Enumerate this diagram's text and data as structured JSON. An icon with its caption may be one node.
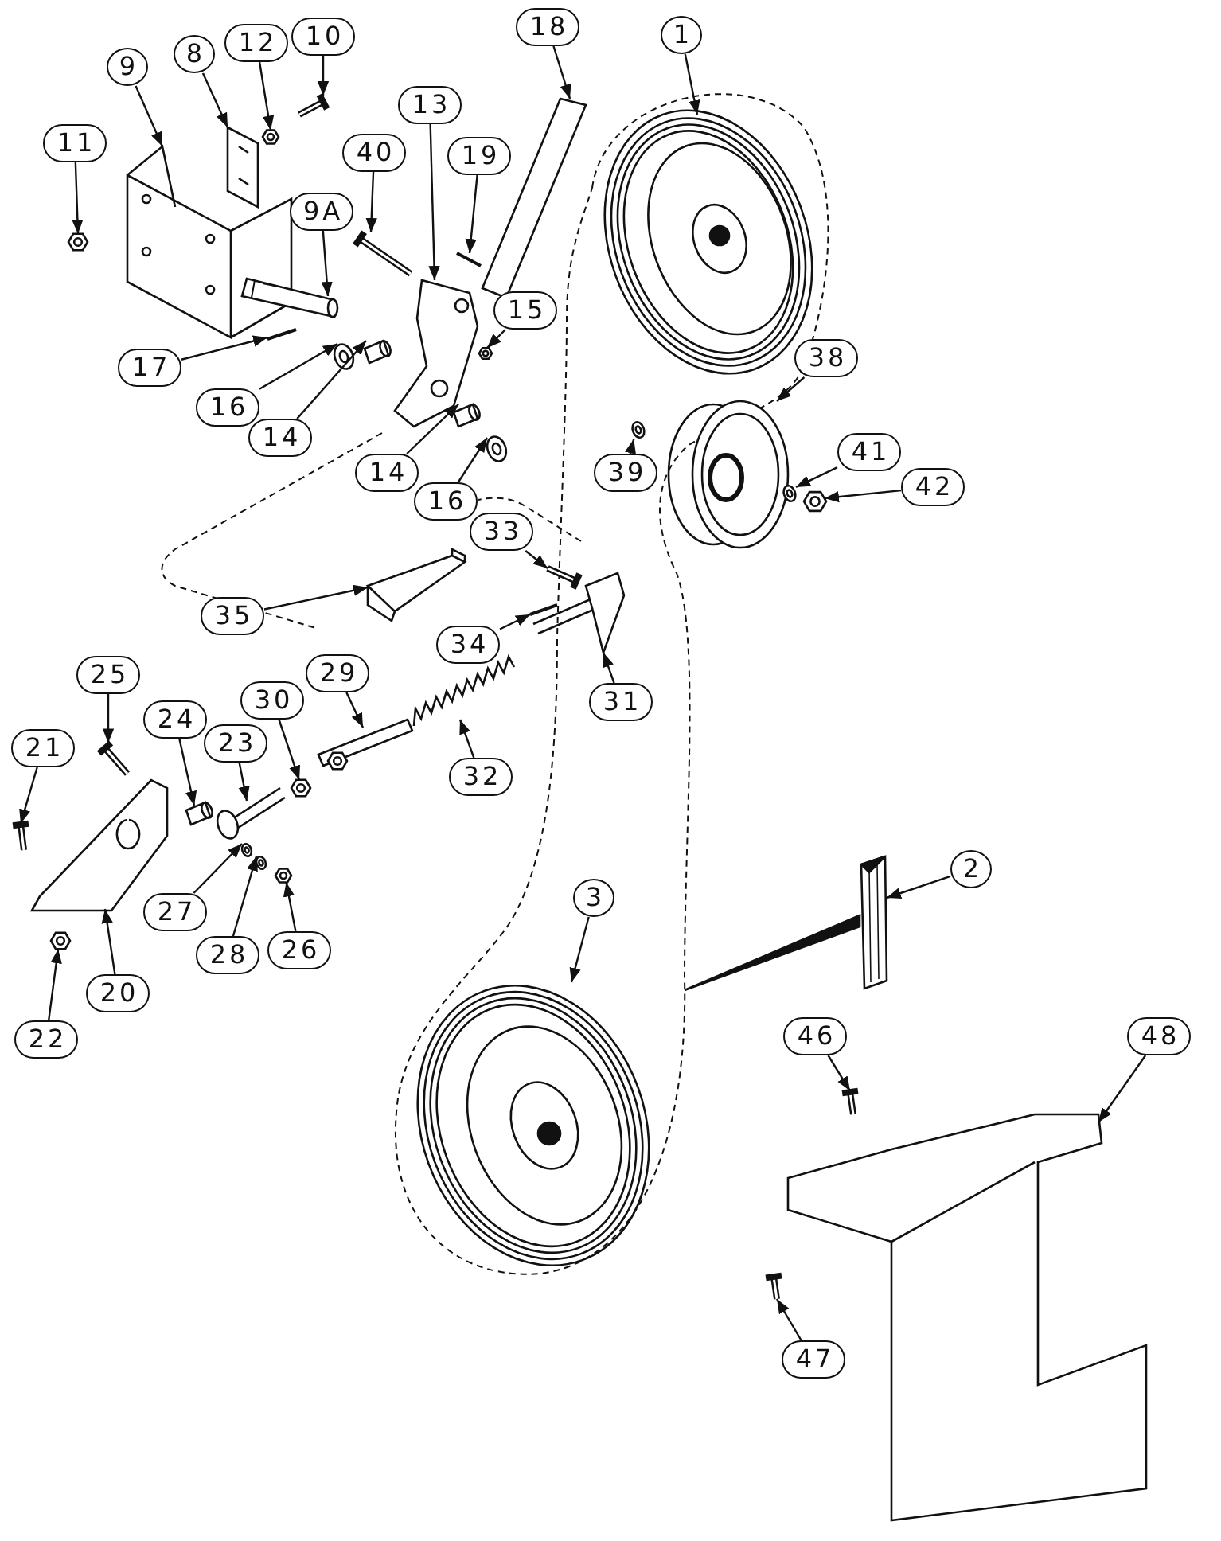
{
  "diagram": {
    "nodes": [
      {
        "text": [
          "1"
        ]
      },
      {
        "text": [
          "18"
        ]
      },
      {
        "text": [
          "9"
        ]
      },
      {
        "text": [
          "8"
        ]
      },
      {
        "text": [
          "12"
        ]
      },
      {
        "text": [
          "10"
        ]
      },
      {
        "text": [
          "13"
        ]
      },
      {
        "text": [
          "11"
        ]
      },
      {
        "text": [
          "40"
        ]
      },
      {
        "text": [
          "19"
        ]
      },
      {
        "text": [
          "9A"
        ]
      },
      {
        "text": [
          "15"
        ]
      },
      {
        "text": [
          "17"
        ]
      },
      {
        "text": [
          "16"
        ]
      },
      {
        "text": [
          "14"
        ]
      },
      {
        "text": [
          "14"
        ]
      },
      {
        "text": [
          "16"
        ]
      },
      {
        "text": [
          "38"
        ]
      },
      {
        "text": [
          "39"
        ]
      },
      {
        "text": [
          "41"
        ]
      },
      {
        "text": [
          "42"
        ]
      },
      {
        "text": [
          "33"
        ]
      },
      {
        "text": [
          "35"
        ]
      },
      {
        "text": [
          "34"
        ]
      },
      {
        "text": [
          "31"
        ]
      },
      {
        "text": [
          "25"
        ]
      },
      {
        "text": [
          "29"
        ]
      },
      {
        "text": [
          "30"
        ]
      },
      {
        "text": [
          "24"
        ]
      },
      {
        "text": [
          "23"
        ]
      },
      {
        "text": [
          "32"
        ]
      },
      {
        "text": [
          "21"
        ]
      },
      {
        "text": [
          "20"
        ]
      },
      {
        "text": [
          "27"
        ]
      },
      {
        "text": [
          "28"
        ]
      },
      {
        "text": [
          "26"
        ]
      },
      {
        "text": [
          "22"
        ]
      },
      {
        "text": [
          "3"
        ]
      },
      {
        "text": [
          "2"
        ]
      },
      {
        "text": [
          "46"
        ]
      },
      {
        "text": [
          "48"
        ]
      },
      {
        "text": [
          "47"
        ]
      },
      {
        "text": [],
        "shape": "picture"
      },
      {
        "text": [],
        "shape": "picture"
      },
      {
        "text": [],
        "shape": "picture"
      },
      {
        "text": [],
        "shape": "picture"
      },
      {
        "text": [],
        "shape": "picture"
      },
      {
        "text": [],
        "shape": "picture"
      },
      {
        "text": [],
        "shape": "picture"
      },
      {
        "text": [],
        "shape": "picture"
      },
      {
        "text": [],
        "shape": "picture"
      },
      {
        "text": [],
        "shape": "picture"
      },
      {
        "text": [],
        "shape": "picture"
      },
      {
        "text": [],
        "shape": "picture"
      },
      {
        "text": [],
        "shape": "picture"
      },
      {
        "text": [],
        "shape": "picture"
      },
      {
        "text": [],
        "shape": "picture"
      },
      {
        "text": [],
        "shape": "picture"
      },
      {
        "text": [],
        "shape": "picture"
      },
      {
        "text": [],
        "shape": "picture"
      },
      {
        "text": [],
        "shape": "picture"
      },
      {
        "text": [],
        "shape": "picture"
      },
      {
        "text": [],
        "shape": "picture"
      },
      {
        "text": [],
        "shape": "picture"
      },
      {
        "text": [],
        "shape": "picture"
      },
      {
        "text": [],
        "shape": "picture"
      },
      {
        "text": [],
        "shape": "picture"
      },
      {
        "text": [],
        "shape": "picture"
      },
      {
        "text": [],
        "shape": "picture"
      },
      {
        "text": [],
        "shape": "picture"
      },
      {
        "text": [],
        "shape": "picture"
      },
      {
        "text": [],
        "shape": "picture"
      },
      {
        "text": [],
        "shape": "picture"
      },
      {
        "text": [],
        "shape": "picture"
      },
      {
        "text": [],
        "shape": "picture"
      },
      {
        "text": [],
        "shape": "picture"
      },
      {
        "text": [],
        "shape": "picture"
      },
      {
        "text": [],
        "shape": "picture"
      },
      {
        "text": [],
        "shape": "picture"
      },
      {
        "text": [],
        "shape": "picture"
      },
      {
        "text": [],
        "shape": "picture"
      },
      {
        "text": [],
        "shape": "picture"
      },
      {
        "text": [],
        "shape": "picture"
      },
      {
        "text": [],
        "shape": "picture"
      }
    ],
    "edges": [
      {
        "from": 0,
        "to": 42,
        "arrow": "to"
      },
      {
        "from": 1,
        "to": 43,
        "arrow": "to"
      },
      {
        "from": 2,
        "to": 44,
        "arrow": "to"
      },
      {
        "from": 3,
        "to": 45,
        "arrow": "to"
      },
      {
        "from": 4,
        "to": 46,
        "arrow": "to"
      },
      {
        "from": 5,
        "to": 47,
        "arrow": "to"
      },
      {
        "from": 6,
        "to": 48,
        "arrow": "to"
      },
      {
        "from": 7,
        "to": 49,
        "arrow": "to"
      },
      {
        "from": 8,
        "to": 50,
        "arrow": "to"
      },
      {
        "from": 9,
        "to": 51,
        "arrow": "to"
      },
      {
        "from": 10,
        "to": 52,
        "arrow": "to"
      },
      {
        "from": 11,
        "to": 53,
        "arrow": "to"
      },
      {
        "from": 12,
        "to": 54,
        "arrow": "to"
      },
      {
        "from": 13,
        "to": 55,
        "arrow": "to"
      },
      {
        "from": 14,
        "to": 56,
        "arrow": "to"
      },
      {
        "from": 15,
        "to": 57,
        "arrow": "to"
      },
      {
        "from": 16,
        "to": 58,
        "arrow": "to"
      },
      {
        "from": 17,
        "to": 59,
        "arrow": "to"
      },
      {
        "from": 18,
        "to": 60,
        "arrow": "to"
      },
      {
        "from": 19,
        "to": 61,
        "arrow": "to"
      },
      {
        "from": 20,
        "to": 62,
        "arrow": "to"
      },
      {
        "from": 21,
        "to": 63,
        "arrow": "to"
      },
      {
        "from": 22,
        "to": 64,
        "arrow": "to"
      },
      {
        "from": 23,
        "to": 65,
        "arrow": "to"
      },
      {
        "from": 24,
        "to": 66,
        "arrow": "to"
      },
      {
        "from": 25,
        "to": 67,
        "arrow": "to"
      },
      {
        "from": 26,
        "to": 68,
        "arrow": "to"
      },
      {
        "from": 27,
        "to": 69,
        "arrow": "to"
      },
      {
        "from": 28,
        "to": 70,
        "arrow": "to"
      },
      {
        "from": 29,
        "to": 71,
        "arrow": "to"
      },
      {
        "from": 30,
        "to": 72,
        "arrow": "to"
      },
      {
        "from": 31,
        "to": 73,
        "arrow": "to"
      },
      {
        "from": 32,
        "to": 74,
        "arrow": "to"
      },
      {
        "from": 33,
        "to": 75,
        "arrow": "to"
      },
      {
        "from": 34,
        "to": 76,
        "arrow": "to"
      },
      {
        "from": 35,
        "to": 77,
        "arrow": "to"
      },
      {
        "from": 36,
        "to": 78,
        "arrow": "to"
      },
      {
        "from": 37,
        "to": 79,
        "arrow": "to"
      },
      {
        "from": 38,
        "to": 80,
        "arrow": "to"
      },
      {
        "from": 39,
        "to": 81,
        "arrow": "to"
      },
      {
        "from": 40,
        "to": 82,
        "arrow": "to"
      },
      {
        "from": 41,
        "to": 83,
        "arrow": "to"
      }
    ]
  }
}
